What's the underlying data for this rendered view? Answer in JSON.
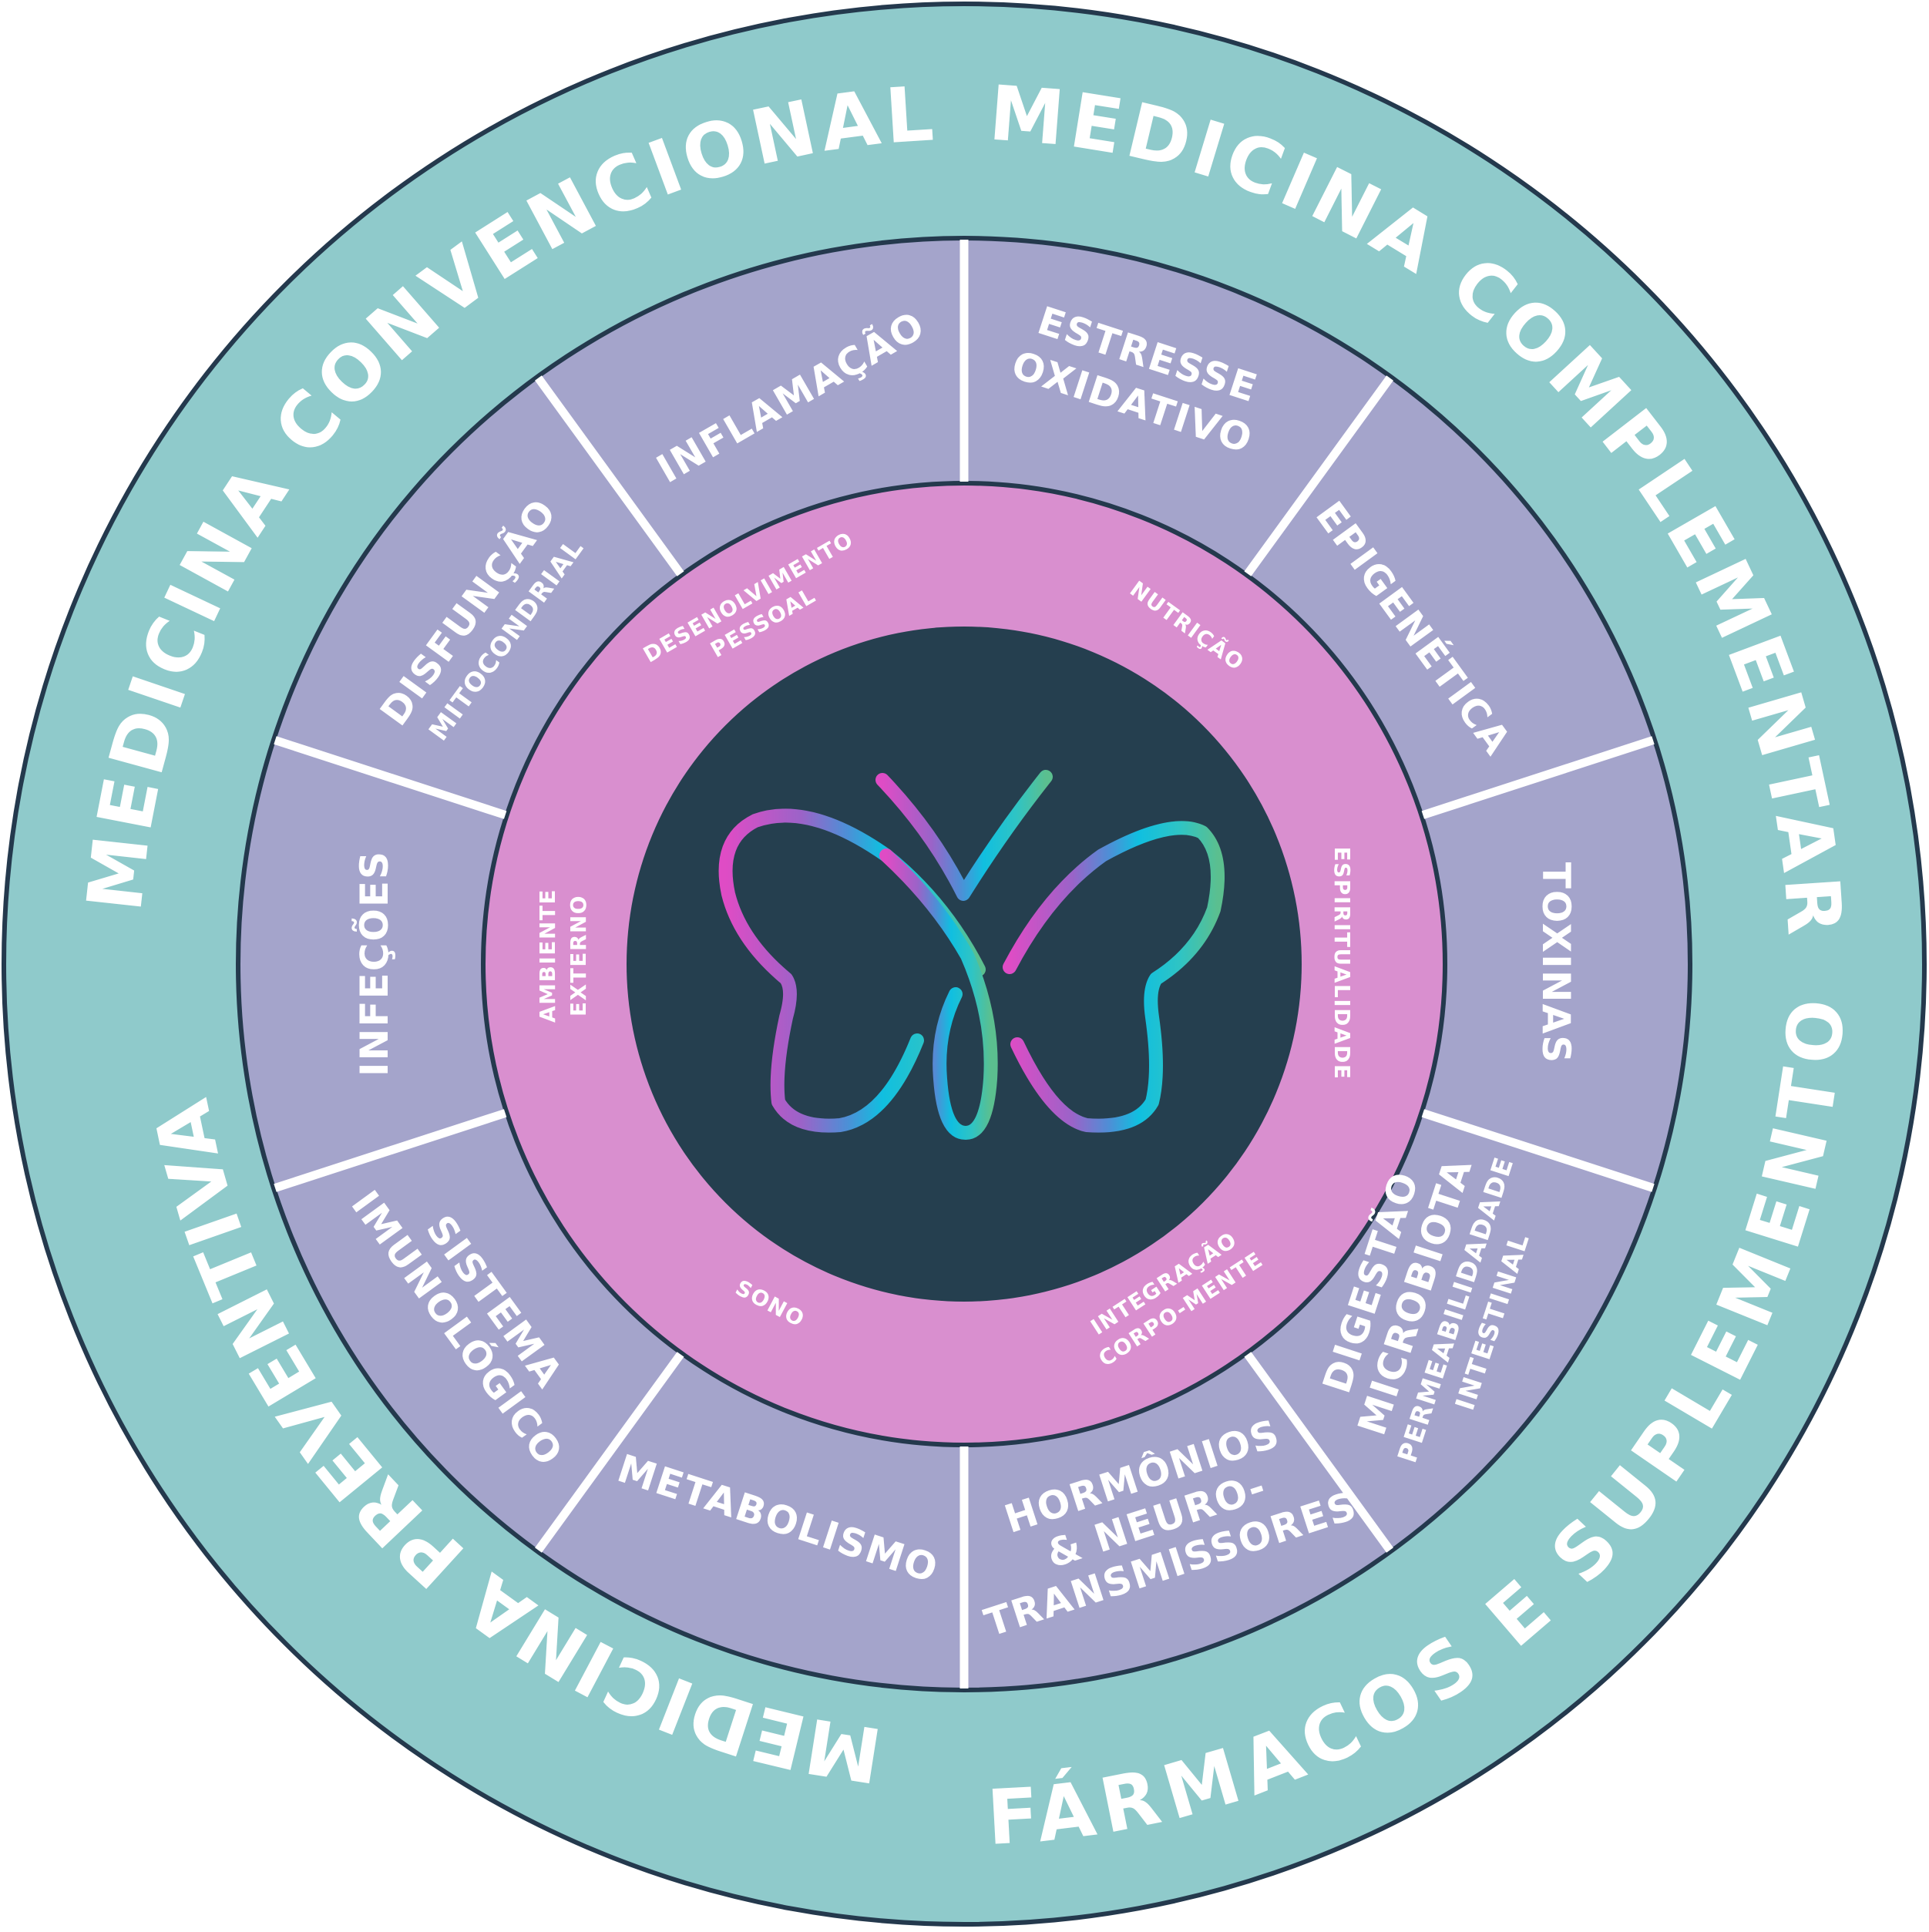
{
  "colors": {
    "outer_ring": "#8fcacb",
    "outer_stroke": "#24394d",
    "segments": "#a4a4cb",
    "dividers": "#ffffff",
    "pink_ring": "#d98fcf",
    "center": "#253f4f",
    "butterfly_gradient": [
      "#df4cc5",
      "#9b63c8",
      "#4d8fd6",
      "#10bfe0",
      "#2fc4c4",
      "#5bbf8f"
    ]
  },
  "outer_ring": {
    "top_left": "MEDICINA CONVENCIONAL",
    "top_right": "MEDICINA COMPLEMENTAR",
    "bottom_right": "FÁRMACOS E SUPLEMENTOS",
    "bottom_left": "MEDICINA PREVENTIVA"
  },
  "segments": {
    "inflamacao": [
      "INFLAMAÇÃO"
    ],
    "estresse": [
      "ESTRESSE",
      "OXIDATIVO"
    ],
    "epigenetica": [
      "EPIGENÉTICA"
    ],
    "toxinas": [
      "TOXINAS"
    ],
    "digestao": {
      "big": [
        "DIGESTÃO",
        "MICROBIOTA"
      ],
      "small": [
        "PERMEABILIDADADE",
        "INTESTINAL"
      ]
    },
    "hormonios": [
      "HORMÔNIOS",
      "& NEURO-",
      "TRANSMISSORES"
    ],
    "metabolismo": [
      "METABOLISMO"
    ],
    "sistema": {
      "big": [
        "SISTEMA"
      ],
      "small": [
        "IMUNOLÓGICO"
      ]
    },
    "infeccoes": [
      "INFEÇÕES"
    ],
    "disfuncao": {
      "big": [
        "DISFUNÇÃO"
      ],
      "small": [
        "MITOCONDRIAL"
      ]
    }
  },
  "pink_ring": {
    "desenvolvimento": [
      "DESENOLVIMENTO",
      "PESSOAL"
    ],
    "nutricao": "NUTRIÇÃO",
    "espiritualidade": "ESPIRITUALIDADE",
    "integracao": [
      "INTEGRAÇÃO",
      "CORPO-MENTE"
    ],
    "sono": "SONO",
    "ambiente": [
      "AMBIENTE",
      "EXTERNO"
    ]
  },
  "logo": {
    "icon": "butterfly-icon"
  }
}
